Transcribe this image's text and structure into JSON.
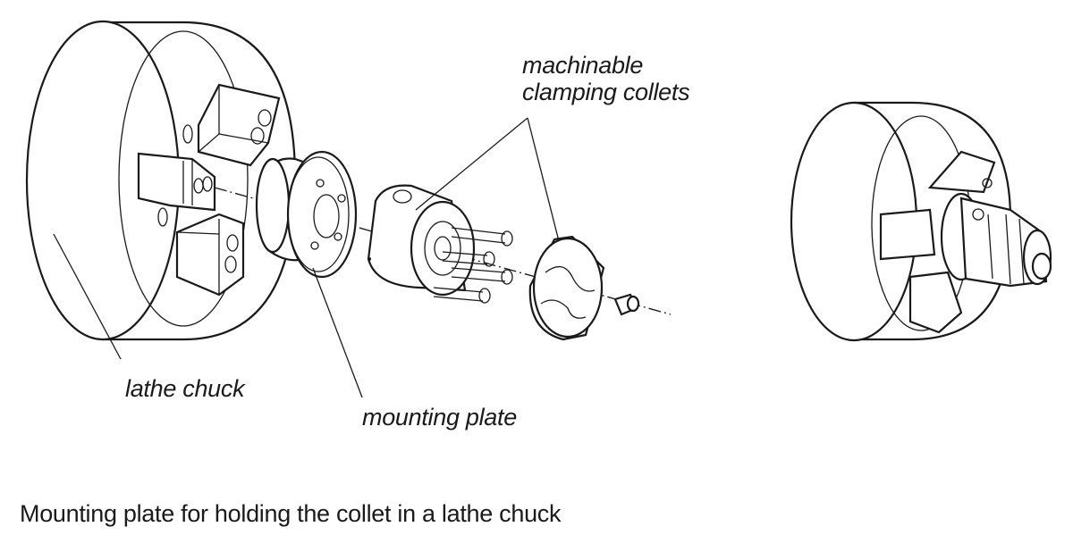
{
  "labels": {
    "collets": [
      "machinable",
      "clamping collets"
    ],
    "chuck": "lathe chuck",
    "plate": "mounting plate"
  },
  "caption": "Mounting plate for holding the collet in a lathe chuck"
}
